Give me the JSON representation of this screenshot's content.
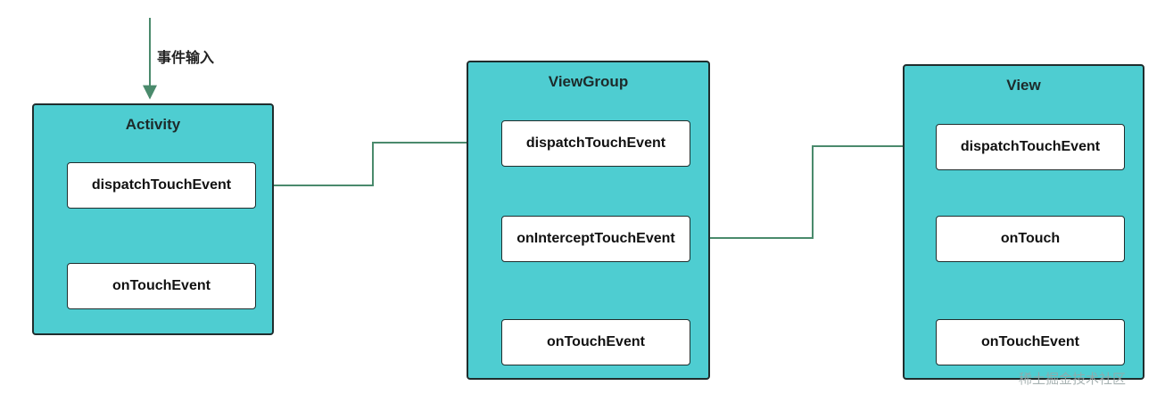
{
  "input_label": "事件输入",
  "panels": {
    "activity": {
      "title": "Activity",
      "boxes": [
        "dispatchTouchEvent",
        "onTouchEvent"
      ]
    },
    "viewgroup": {
      "title": "ViewGroup",
      "boxes": [
        "dispatchTouchEvent",
        "onInterceptTouchEvent",
        "onTouchEvent"
      ]
    },
    "view": {
      "title": "View",
      "boxes": [
        "dispatchTouchEvent",
        "onTouch",
        "onTouchEvent"
      ]
    }
  },
  "watermark": "稀土掘金技术社区",
  "colors": {
    "panel_fill": "#4ecdd1",
    "arrow": "#4a8a6c",
    "border": "#1f2d2d"
  }
}
